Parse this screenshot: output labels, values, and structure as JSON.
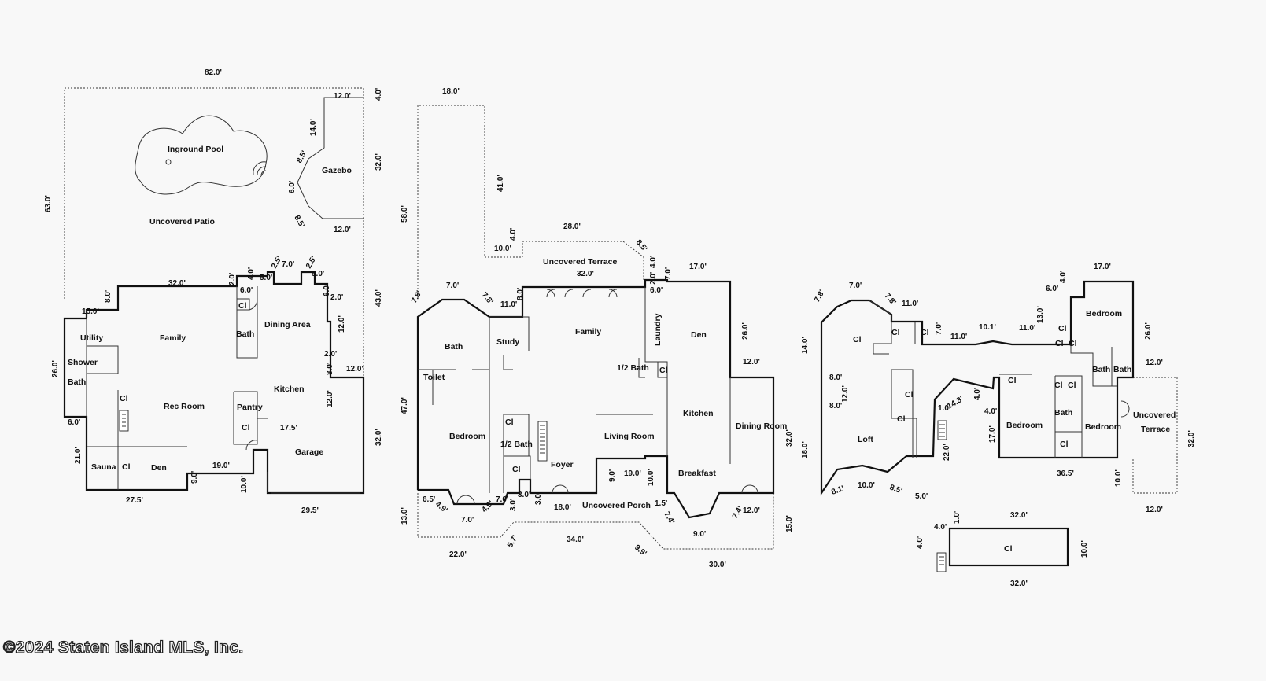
{
  "copyright": "©2024 Staten Island MLS, Inc.",
  "rooms": [
    "Inground Pool",
    "Gazebo",
    "Uncovered Patio",
    "Utility",
    "Family",
    "Dining Area",
    "Shower",
    "Bath",
    "Bath",
    "Kitchen",
    "Cl",
    "Cl",
    "Rec Room",
    "Pantry",
    "Cl",
    "Garage",
    "Sauna",
    "Cl",
    "Den",
    "Uncovered Terrace",
    "Bath",
    "Study",
    "Family",
    "Laundry",
    "Den",
    "Toilet",
    "1/2 Bath",
    "Cl",
    "Cl",
    "Bedroom",
    "1/2 Bath",
    "Living Room",
    "Kitchen",
    "Dining Room",
    "Cl",
    "Foyer",
    "Breakfast",
    "Uncovered Porch",
    "Cl",
    "Cl",
    "Cl",
    "Bedroom",
    "Cl",
    "Cl",
    "Cl",
    "Cl",
    "Bath",
    "Bath",
    "Cl",
    "Cl",
    "Cl",
    "Cl",
    "Loft",
    "Bedroom",
    "Bath",
    "Bedroom",
    "Cl",
    "Uncovered",
    "Terrace",
    "Cl"
  ],
  "dims": [
    "82.0'",
    "12.0'",
    "4.0'",
    "14.0'",
    "8.5'",
    "6.0'",
    "8.5'",
    "32.0'",
    "12.0'",
    "63.0'",
    "2.5'",
    "7.0'",
    "2.5'",
    "32.0'",
    "2.0'",
    "4.0'",
    "5.0'",
    "5.0'",
    "8.0'",
    "6.0'",
    "6.0'",
    "2.0'",
    "15.0'",
    "43.0'",
    "12.0'",
    "26.0'",
    "2.0'",
    "8.0'",
    "12.0'",
    "12.0'",
    "17.5'",
    "32.0'",
    "6.0'",
    "21.0'",
    "9.0'",
    "19.0'",
    "10.0'",
    "27.5'",
    "29.5'",
    "18.0'",
    "41.0'",
    "58.0'",
    "28.0'",
    "4.0'",
    "10.0'",
    "8.5'",
    "32.0'",
    "17.0'",
    "4.0'",
    "7.0'",
    "2.0'",
    "6.0'",
    "7.0'",
    "7.8'",
    "7.8'",
    "11.0'",
    "8.0'",
    "26.0'",
    "12.0'",
    "47.0'",
    "9.0'",
    "19.0'",
    "10.0'",
    "32.0'",
    "6.5'",
    "4.9'",
    "4.9'",
    "7.0'",
    "3.0'",
    "3.0'",
    "3.0'",
    "7.0'",
    "18.0'",
    "1.5'",
    "7.4'",
    "7.4'",
    "12.0'",
    "13.0'",
    "15.0'",
    "22.0'",
    "5.7'",
    "34.0'",
    "9.9'",
    "9.0'",
    "30.0'",
    "7.0'",
    "7.8'",
    "7.8'",
    "11.0'",
    "7.0'",
    "11.0'",
    "10.1'",
    "11.0'",
    "13.0'",
    "4.0'",
    "6.0'",
    "17.0'",
    "14.0'",
    "26.0'",
    "12.0'",
    "8.0'",
    "12.0'",
    "8.0'",
    "4.0'",
    "14.3'",
    "1.0'",
    "4.0'",
    "17.0'",
    "22.0'",
    "18.0'",
    "8.1'",
    "10.0'",
    "8.5'",
    "5.0'",
    "36.5'",
    "10.0'",
    "32.0'",
    "12.0'",
    "4.0'",
    "1.0'",
    "32.0'",
    "4.0'",
    "10.0'",
    "32.0'"
  ]
}
